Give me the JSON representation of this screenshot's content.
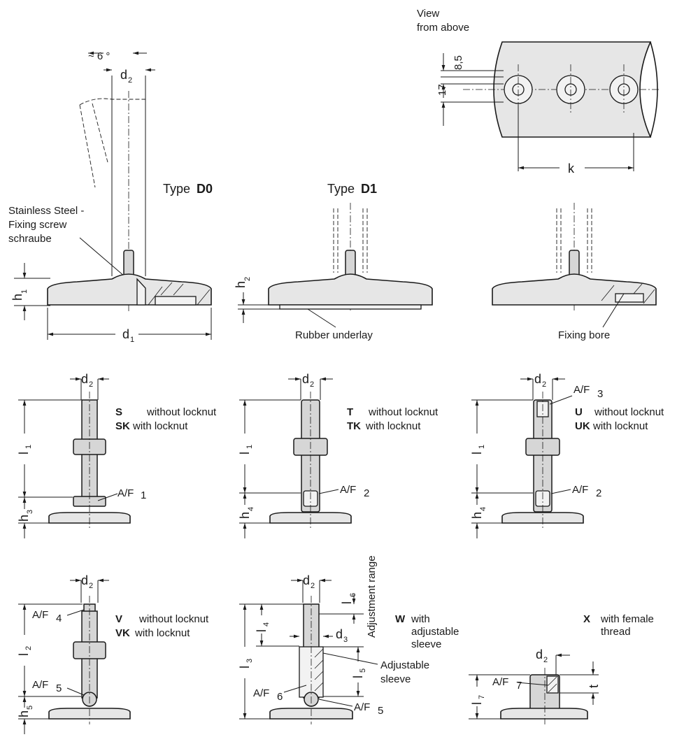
{
  "top": {
    "view_label_1": "View",
    "view_label_2": "from above",
    "dim_8_5": "8,5",
    "dim_17": "17",
    "dim_k": "k",
    "angle": "~ 6 °",
    "d2_sym": "d",
    "d2_sub": "2",
    "type_d0_prefix": "Type",
    "type_d0": "D0",
    "type_d1_prefix": "Type",
    "type_d1": "D1",
    "callout_1": "Stainless Steel -",
    "callout_2": "Fixing screw",
    "callout_3": "schraube",
    "h1_sym": "h",
    "h1_sub": "1",
    "h2_sym": "h",
    "h2_sub": "2",
    "d1_sym": "d",
    "d1_sub": "1",
    "rubber": "Rubber underlay",
    "fixing_bore": "Fixing bore"
  },
  "middle": {
    "d2_sym": "d",
    "d2_sub": "2",
    "l1_sym": "l",
    "l1_sub": "1",
    "h3_sym": "h",
    "h3_sub": "3",
    "h4_sym": "h",
    "h4_sub": "4",
    "af": "A/F",
    "af1": "1",
    "af2": "2",
    "af3": "3",
    "s_code": "S",
    "s_text": "without locknut",
    "sk_code": "SK",
    "sk_text": "with locknut",
    "t_code": "T",
    "t_text": "without locknut",
    "tk_code": "TK",
    "tk_text": "with locknut",
    "u_code": "U",
    "u_text": "without locknut",
    "uk_code": "UK",
    "uk_text": "with locknut"
  },
  "bottom": {
    "d2_sym": "d",
    "d2_sub": "2",
    "d3_sym": "d",
    "d3_sub": "3",
    "l2_sym": "l",
    "l2_sub": "2",
    "l3_sym": "l",
    "l3_sub": "3",
    "l4_sym": "l",
    "l4_sub": "4",
    "l5_sym": "l",
    "l5_sub": "5",
    "l6_sym": "l",
    "l6_sub": "6",
    "l7_sym": "l",
    "l7_sub": "7",
    "h5_sym": "h",
    "h5_sub": "5",
    "t_sym": "t",
    "af": "A/F",
    "af4": "4",
    "af5": "5",
    "af6": "6",
    "adjustment_range": "Adjustment range",
    "adjustable_1": "Adjustable",
    "adjustable_2": "sleeve",
    "v_code": "V",
    "v_text": "without locknut",
    "vk_code": "VK",
    "vk_text": "with locknut",
    "w_code": "W",
    "w_text_1": "with",
    "w_text_2": "adjustable",
    "w_text_3": "sleeve",
    "x_code": "X",
    "x_text_1": "with female",
    "x_text_2": "thread"
  }
}
